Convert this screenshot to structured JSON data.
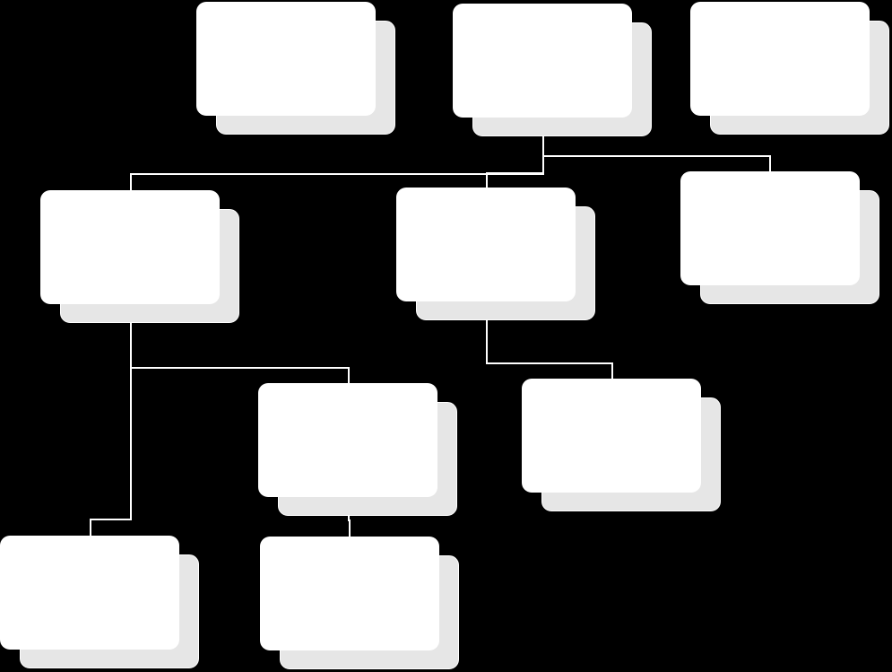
{
  "diagram": {
    "type": "org-chart",
    "colors": {
      "background": "#000000",
      "card": "#ffffff",
      "shadow": "#e6e6e6",
      "connector": "#ffffff"
    },
    "nodes": {
      "a": {
        "label": ""
      },
      "b": {
        "label": ""
      },
      "c": {
        "label": ""
      },
      "d": {
        "label": ""
      },
      "e": {
        "label": ""
      },
      "f": {
        "label": ""
      },
      "g": {
        "label": ""
      },
      "h": {
        "label": ""
      },
      "i": {
        "label": ""
      },
      "j": {
        "label": ""
      }
    },
    "edges": [
      {
        "from": "b",
        "to": "d"
      },
      {
        "from": "b",
        "to": "e"
      },
      {
        "from": "b",
        "to": "f"
      },
      {
        "from": "d",
        "to": "g"
      },
      {
        "from": "d",
        "to": "i"
      },
      {
        "from": "e",
        "to": "h"
      },
      {
        "from": "g",
        "to": "j"
      }
    ]
  }
}
